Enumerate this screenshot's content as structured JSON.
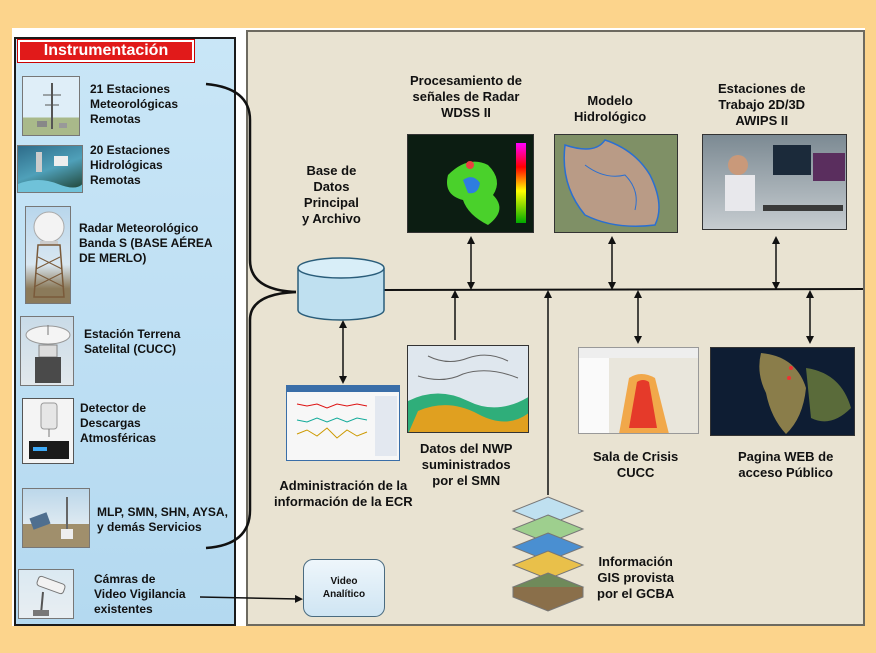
{
  "instrumentation": {
    "title": "Instrumentación",
    "items": [
      {
        "label": "21 Estaciones\nMeteorológicas\nRemotas"
      },
      {
        "label": "20 Estaciones\nHidrológicas\nRemotas"
      },
      {
        "label": "Radar Meteorológico\nBanda S (BASE AÉREA\nDE MERLO)"
      },
      {
        "label": "Estación Terrena\nSatelital (CUCC)"
      },
      {
        "label": "Detector de\nDescargas\nAtmosféricas"
      },
      {
        "label": "MLP, SMN, SHN, AYSA,\ny demás Servicios"
      },
      {
        "label": "Cámras  de\nVideo Vigilancia\nexistentes"
      }
    ]
  },
  "nodes": {
    "database": "Base de\nDatos\nPrincipal\ny Archivo",
    "radar_processing": "Procesamiento de\nseñales de Radar\nWDSS II",
    "hydro_model": "Modelo\nHidrológico",
    "workstations": "Estaciones de\nTrabajo 2D/3D\nAWIPS II",
    "ecr_admin": "Administración de la\ninformación de la ECR",
    "nwp_data": "Datos del NWP\nsuministrados\npor el SMN",
    "crisis_room": "Sala de Crisis\nCUCC",
    "public_web": "Pagina WEB de\nacceso Público",
    "gis_info": "Información\nGIS provista\npor el GCBA",
    "video_analytics": "Video\nAnalítico"
  },
  "colors": {
    "background": "#fcd48c",
    "title_red": "#e11a1a",
    "left_panel": "#c9e6f7",
    "main_panel": "#e9e3d2",
    "database_fill": "#bfe0f0"
  }
}
